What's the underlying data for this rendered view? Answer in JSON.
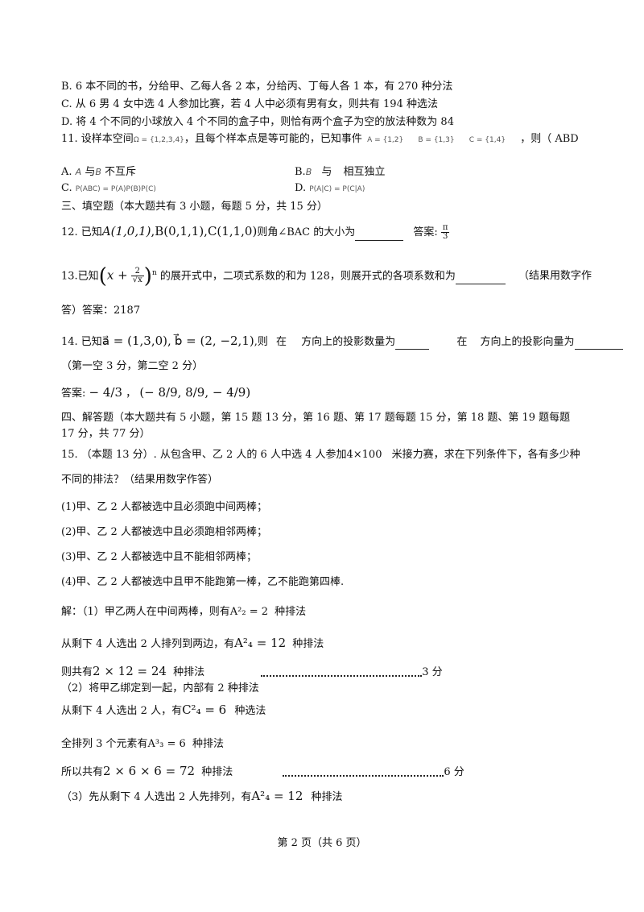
{
  "lines": {
    "l1": "B. 6 本不同的书，分给甲、乙每人各 2 本，分给丙、丁每人各 1 本，有 270 种分法",
    "l2": "C. 从 6 男 4 女中选 4 人参加比赛，若 4 人中必须有男有女，则共有 194 种选法",
    "l3": "D. 将 4 个不同的小球放入 4 个不同的盒子中，则恰有两个盒子为空的放法种数为 84",
    "q11_prefix": "11. 设样本空间",
    "q11_omega": "Ω = {1,2,3,4}",
    "q11_mid": "，且每个样本点是等可能的，已知事件",
    "q11_A": "A = {1,2}",
    "q11_B": "B = {1,3}",
    "q11_C": "C = {1,4}",
    "q11_suffix": "，则（ ABD",
    "q11_optA_label": "A.",
    "q11_optA_a": "A",
    "q11_optA_mid": "与",
    "q11_optA_b": "B",
    "q11_optA_text": "不互斥",
    "q11_optB_label": "B.",
    "q11_optB_a": "B",
    "q11_optB_mid": "与",
    "q11_optB_text": "相互独立",
    "q11_optC_label": "C.",
    "q11_optC_expr": "P(ABC) = P(A)P(B)P(C)",
    "q11_optD_label": "D.",
    "q11_optD_expr": "P(A|C) = P(C|A)",
    "sec3": "三、填空题（本大题共有 3 小题，每题 5 分，共 15 分）",
    "q12_prefix": "12. 已知",
    "q12_A": "A(1,0,1)",
    "q12_B": ",B(0,1,1),",
    "q12_C": "C(1,1,0)",
    "q12_suffix": "则角∠BAC 的大小为",
    "q12_answer_label": "答案:",
    "q12_answer_num": "π",
    "q12_answer_den": "3",
    "q13_prefix": "13.已知",
    "q13_x": "x +",
    "q13_frac_num": "2",
    "q13_frac_den": "√x",
    "q13_exp": "n",
    "q13_suffix": "的展开式中，二项式系数的和为 128，则展开式的各项系数和为",
    "q13_note": "（结果用数字作",
    "q13_line2": "答）答案：2187",
    "q14_prefix": "14. 已知",
    "q14_a": "a⃗ = (1,3,0),",
    "q14_b": "b⃗ = (2, −2,1)",
    "q14_mid1": ",则",
    "q14_mid2": "在",
    "q14_mid3": "方向上的投影数量为",
    "q14_mid4": "在",
    "q14_mid5": "方向上的投影向量为",
    "q14_note": "（第一空 3 分，第二空 2 分）",
    "q14_answer_label": "答案:",
    "q14_answer1": "− 4/3",
    "q14_answer_sep": "，",
    "q14_answer2": "(− 8/9, 8/9, − 4/9)",
    "sec4_l1": "四、解答题（本大题共有 5 小题，第 15 题 13 分，第 16 题、第 17 题每题 15 分，第 18 题、第 19 题每题",
    "sec4_l2": "17 分，共 77 分）",
    "q15_prefix": "15. （本题 13 分）. 从包含甲、乙 2 人的 6 人中选 4 人参加",
    "q15_num": "4×100",
    "q15_suffix": "米接力赛，求在下列条件下，各有多少种",
    "q15_line2": "不同的排法？（结果用数字作答）",
    "q15_c1": "(1)甲、乙 2 人都被选中且必须跑中间两棒；",
    "q15_c2": "(2)甲、乙 2 人都被选中且必须跑相邻两棒；",
    "q15_c3": "(3)甲、乙 2 人都被选中且不能相邻两棒；",
    "q15_c4": "(4)甲、乙 2 人都被选中且甲不能跑第一棒，乙不能跑第四棒.",
    "sol1_prefix": "解：（1）甲乙两人在中间两棒，则有",
    "sol1_expr": "A²₂ = 2",
    "sol1_suffix": "种排法",
    "sol2_prefix": "从剩下 4 人选出 2 人排列到两边，有",
    "sol2_expr": "A²₄ = 12",
    "sol2_suffix": "种排法",
    "sol3_prefix": "则共有",
    "sol3_expr": "2 × 12 = 24",
    "sol3_suffix": "种排法",
    "sol3_score": "3 分",
    "sol4": "（2）将甲乙绑定到一起，内部有 2 种排法",
    "sol5_prefix": "从剩下 4 人选出 2 人，有",
    "sol5_expr": "C²₄ = 6",
    "sol5_suffix": "种选法",
    "sol6_prefix": "全排列 3 个元素有",
    "sol6_expr": "A³₃ = 6",
    "sol6_suffix": "种排法",
    "sol7_prefix": "所以共有",
    "sol7_expr": "2 × 6 × 6 = 72",
    "sol7_suffix": "种排法",
    "sol7_score": "6 分",
    "sol8_prefix": "（3）先从剩下 4 人选出 2 人先排列，有",
    "sol8_expr": "A²₄ = 12",
    "sol8_suffix": "种排法"
  },
  "footer": "第 2 页（共 6 页）"
}
